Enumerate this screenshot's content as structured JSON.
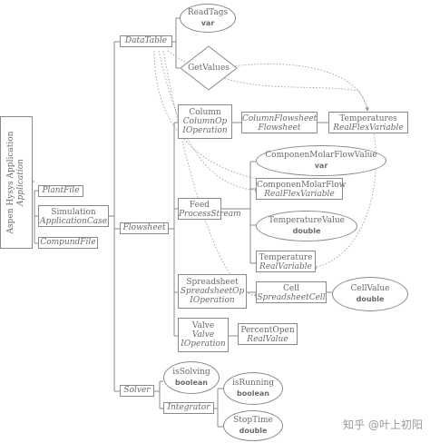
{
  "root": {
    "title": "Aspen Hysys Application",
    "type": "Application"
  },
  "plant_file": "PlantFile",
  "simulation": {
    "name": "Simulation",
    "type": "ApplicationCase"
  },
  "compund_file": "CompundFile",
  "data_table": "DataTable",
  "flowsheet": "Flowsheet",
  "solver": "Solver",
  "read_tags": {
    "name": "ReadTags",
    "type": "var"
  },
  "get_values": "GetValues",
  "column": {
    "name": "Column",
    "type1": "ColumnOp",
    "type2": "IOperation"
  },
  "column_flowsheet": {
    "name": "ColumnFlowsheet",
    "type": "Flowsheet"
  },
  "temperatures": {
    "name": "Temperatures",
    "type": "RealFlexVariable"
  },
  "component_molar_flow_value": {
    "name": "ComponenMolarFlowValue",
    "type": "var"
  },
  "feed": {
    "name": "Feed",
    "type": "ProcessStream"
  },
  "component_molar_flow": {
    "name": "ComponenMolarFlow",
    "type": "RealFlexVariable"
  },
  "temperature_value": {
    "name": "TemperatureValue",
    "type": "double"
  },
  "temperature": {
    "name": "Temperature",
    "type": "RealVariable"
  },
  "spreadsheet": {
    "name": "Spreadsheet",
    "type1": "SpreadsheetOp",
    "type2": "IOperation"
  },
  "cell": {
    "name": "Cell",
    "type": "SpreadsheetCell"
  },
  "cell_value": {
    "name": "CellValue",
    "type": "double"
  },
  "valve": {
    "name": "Valve",
    "type1": "Valve",
    "type2": "IOperation"
  },
  "percent_open": {
    "name": "PercentOpen",
    "type": "RealValue"
  },
  "is_solving": {
    "name": "isSolving",
    "type": "boolean"
  },
  "integrator": "Integrator",
  "is_running": {
    "name": "isRunning",
    "type": "boolean"
  },
  "stop_time": {
    "name": "StopTime",
    "type": "double"
  },
  "watermark": "知乎 @叶上初阳",
  "colors": {
    "line": "#8a8a8a",
    "text": "#6a6a6a",
    "background": "#ffffff"
  }
}
